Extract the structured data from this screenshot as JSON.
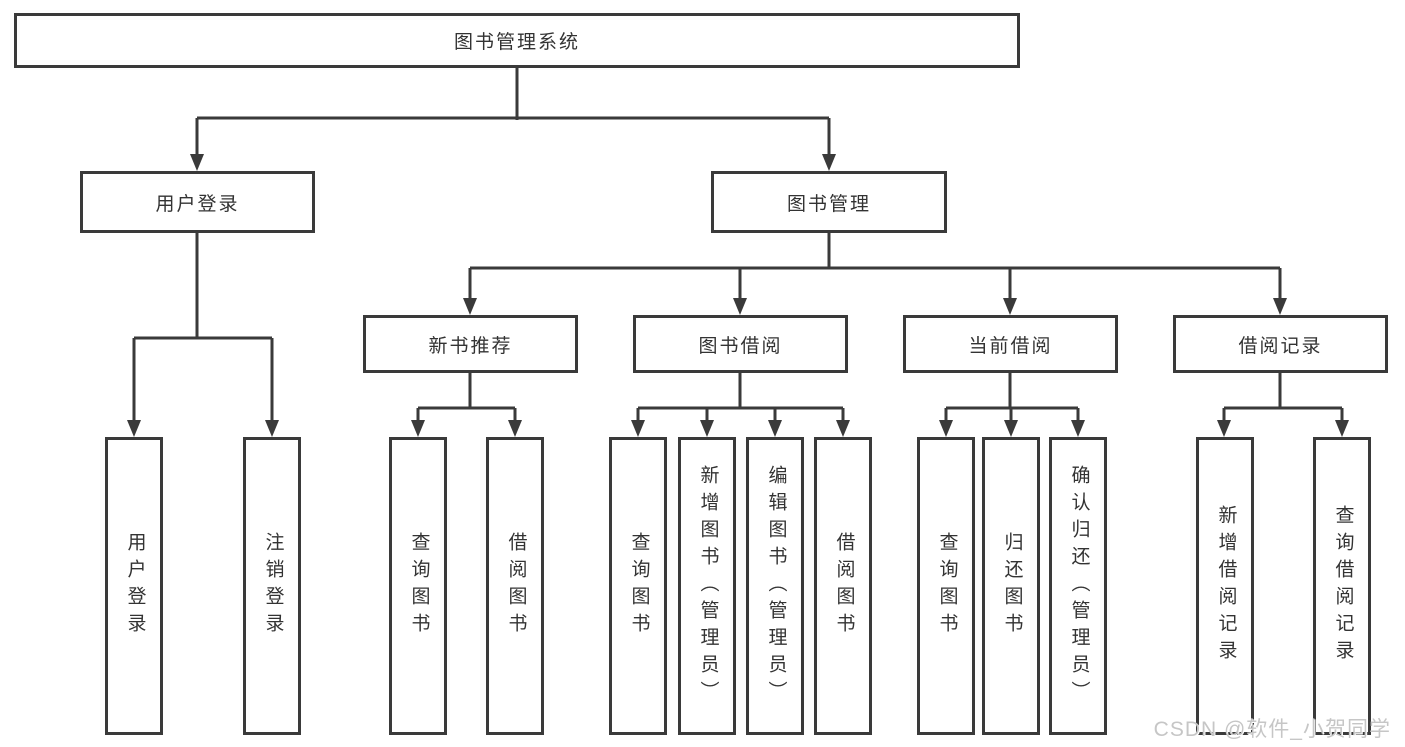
{
  "tree": {
    "label": "图书管理系统",
    "children": [
      {
        "label": "用户登录",
        "children": [
          {
            "label": "用户登录"
          },
          {
            "label": "注销登录"
          }
        ]
      },
      {
        "label": "图书管理",
        "children": [
          {
            "label": "新书推荐",
            "children": [
              {
                "label": "查询图书"
              },
              {
                "label": "借阅图书"
              }
            ]
          },
          {
            "label": "图书借阅",
            "children": [
              {
                "label": "查询图书"
              },
              {
                "label": "新增图书（管理员）"
              },
              {
                "label": "编辑图书（管理员）"
              },
              {
                "label": "借阅图书"
              }
            ]
          },
          {
            "label": "当前借阅",
            "children": [
              {
                "label": "查询图书"
              },
              {
                "label": "归还图书"
              },
              {
                "label": "确认归还（管理员）"
              }
            ]
          },
          {
            "label": "借阅记录",
            "children": [
              {
                "label": "新增借阅记录"
              },
              {
                "label": "查询借阅记录"
              }
            ]
          }
        ]
      }
    ]
  },
  "watermark": {
    "text": "CSDN @软件_小贺同学",
    "color": "#c6c6c6"
  },
  "colors": {
    "line": "#3a3a3a",
    "box_border": "#3a3a3a",
    "text": "#333333",
    "background": "#ffffff"
  }
}
